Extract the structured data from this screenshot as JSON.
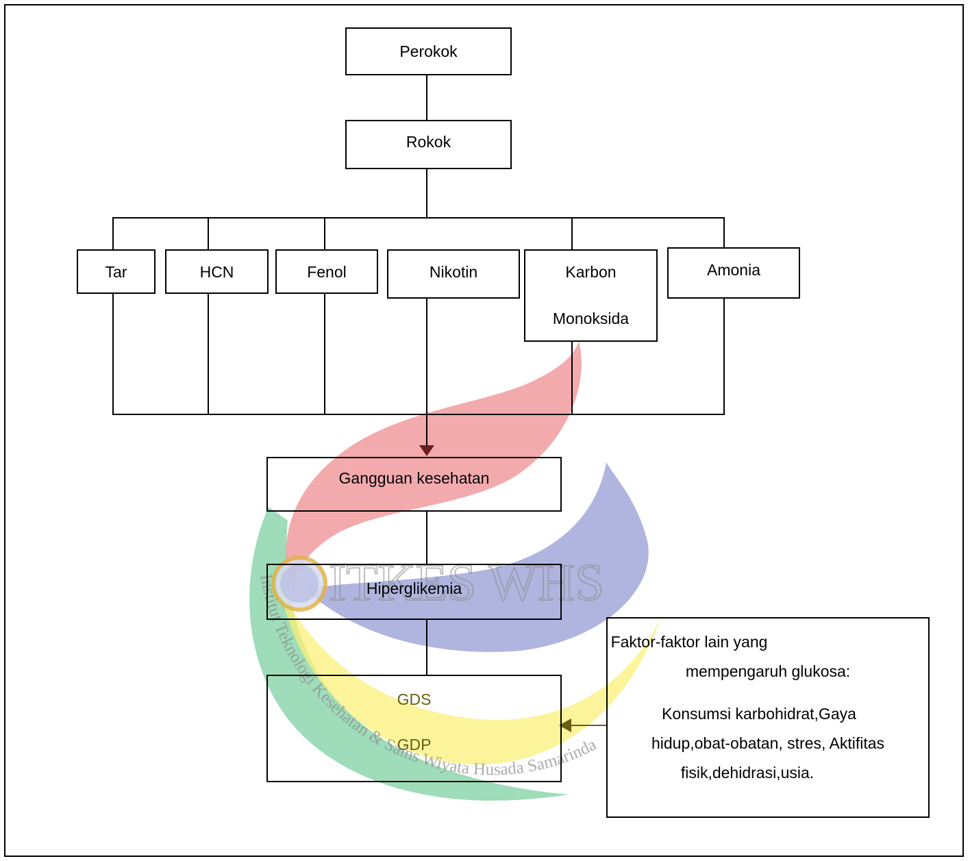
{
  "nodes": {
    "perokok": "Perokok",
    "rokok": "Rokok",
    "tar": "Tar",
    "hcn": "HCN",
    "fenol": "Fenol",
    "nikotin": "Nikotin",
    "karbon_line1": "Karbon",
    "karbon_line2": "Monoksida",
    "amonia": "Amonia",
    "gangguan": "Gangguan kesehatan",
    "hiperglikemia": "Hiperglikemia",
    "gds": "GDS",
    "gdp": "GDP"
  },
  "factors": {
    "line1": "Faktor-faktor lain yang",
    "line2": "mempengaruh glukosa:",
    "line3": "Konsumsi karbohidrat,Gaya",
    "line4": "hidup,obat-obatan, stres, Aktifitas",
    "line5": "fisik,dehidrasi,usia."
  },
  "watermark": {
    "title": "ITKES WHS",
    "arc_text": "Institut Teknologi Kesehatan & Sains   Wiyata Husada Samarinda"
  },
  "colors": {
    "logo_red": "#ef8d91",
    "logo_blue": "#8e95d2",
    "logo_yellow": "#f9f07a",
    "logo_green": "#5fc48a",
    "arrow_brown": "#6b1e1e",
    "arrow_olive": "#6b5e14"
  }
}
